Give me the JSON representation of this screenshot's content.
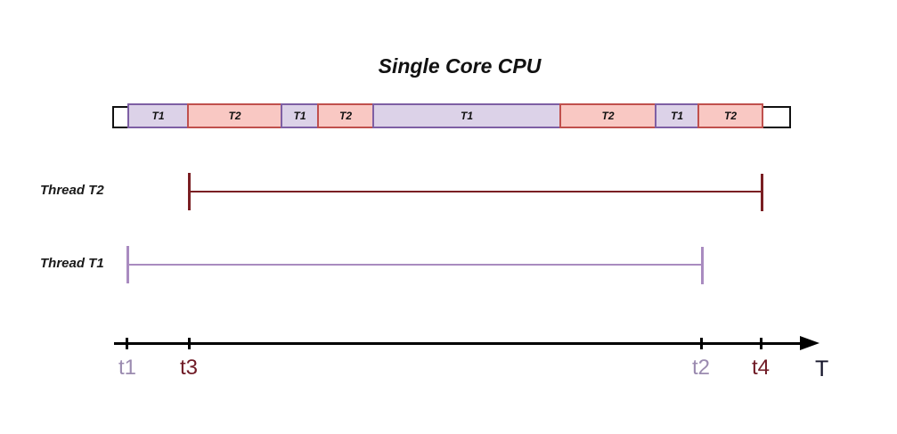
{
  "title": "Single Core CPU",
  "colors": {
    "t1_fill": "#dcd2e8",
    "t1_border": "#7e5fa4",
    "t2_fill": "#f9c8c3",
    "t2_border": "#c0504d",
    "thread_t2_line": "#7a1f23",
    "thread_t1_line": "#a98bc0",
    "tick_label_purple": "#9b8bb0",
    "tick_label_red": "#701b26",
    "axis": "#000000"
  },
  "cpu_bar": {
    "segments": [
      {
        "label": "T1",
        "type": "t1"
      },
      {
        "label": "T2",
        "type": "t2"
      },
      {
        "label": "T1",
        "type": "t1"
      },
      {
        "label": "T2",
        "type": "t2"
      },
      {
        "label": "T1",
        "type": "t1"
      },
      {
        "label": "T2",
        "type": "t2"
      },
      {
        "label": "T1",
        "type": "t1"
      },
      {
        "label": "T2",
        "type": "t2"
      }
    ]
  },
  "threads": [
    {
      "name": "Thread T2",
      "start_tick": "t3",
      "end_tick": "t4"
    },
    {
      "name": "Thread T1",
      "start_tick": "t1",
      "end_tick": "t2"
    }
  ],
  "axis": {
    "ticks": [
      {
        "label": "t1",
        "color": "purple"
      },
      {
        "label": "t3",
        "color": "red"
      },
      {
        "label": "t2",
        "color": "purple"
      },
      {
        "label": "t4",
        "color": "red"
      }
    ],
    "axis_label": "T"
  }
}
